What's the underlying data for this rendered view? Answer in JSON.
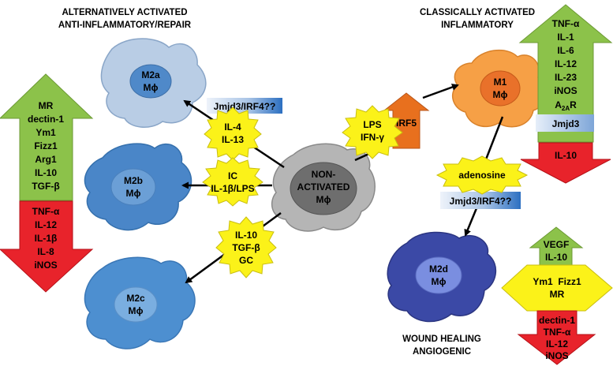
{
  "colors": {
    "green": "#8cc24a",
    "red": "#e8232b",
    "yellow": "#fbf219",
    "orange_cell": "#f6a046",
    "orange_nucleus": "#e9712a",
    "irf5_arrow": "#e8701e",
    "m2a_cell": "#b9cde5",
    "m2b_cell": "#4a86c8",
    "m2c_cell": "#4d8fd0",
    "m2d_cell": "#3b49a6",
    "nonactivated_cell": "#b5b5b5",
    "nonactivated_nucleus": "#6e6e6e"
  },
  "headers": {
    "alt_line1": "ALTERNATIVELY ACTIVATED",
    "alt_line2": "ANTI-INFLAMMATORY/REPAIR",
    "classic_line1": "CLASSICALLY ACTIVATED",
    "classic_line2": "INFLAMMATORY",
    "wound_line1": "WOUND HEALING",
    "wound_line2": "ANGIOGENIC"
  },
  "cells": {
    "m2a": [
      "M2a",
      "Mϕ"
    ],
    "m2b": [
      "M2b",
      "Mϕ"
    ],
    "m2c": [
      "M2c",
      "Mϕ"
    ],
    "m1": [
      "M1",
      "Mϕ"
    ],
    "m2d": [
      "M2d",
      "Mϕ"
    ],
    "nonactivated": [
      "NON-",
      "ACTIVATED",
      "Mϕ"
    ]
  },
  "stimuli": {
    "m2a": [
      "IL-4",
      "IL-13"
    ],
    "m2b": [
      "IC",
      "IL-1β/LPS"
    ],
    "m2c": [
      "IL-10",
      "TGF-β",
      "GC"
    ],
    "m1": [
      "LPS",
      "IFN-γ"
    ],
    "m2d": [
      "adenosine"
    ]
  },
  "regulators": {
    "m2a": "Jmjd3/IRF4??",
    "m2d": "Jmjd3/IRF4??",
    "m1_box": "Jmjd3",
    "irf5": "IRF5"
  },
  "left_panel": {
    "up": [
      "MR",
      "dectin-1",
      "Ym1",
      "Fizz1",
      "Arg1",
      "IL-10",
      "TGF-β"
    ],
    "down": [
      "TNF-α",
      "IL-12",
      "IL-1β",
      "IL-8",
      "iNOS"
    ]
  },
  "right_panel": {
    "up": [
      "TNF-α",
      "IL-1",
      "IL-6",
      "IL-12",
      "IL-23",
      "iNOS"
    ],
    "a2ar_main": "A",
    "a2ar_sub": "2A",
    "a2ar_tail": "R",
    "down": [
      "IL-10"
    ]
  },
  "m2d_panel": {
    "up": [
      "VEGF",
      "IL-10"
    ],
    "mid": [
      "Ym1  Fizz1",
      "MR"
    ],
    "down": [
      "dectin-1",
      "TNF-α",
      "IL-12",
      "iNOS"
    ]
  }
}
